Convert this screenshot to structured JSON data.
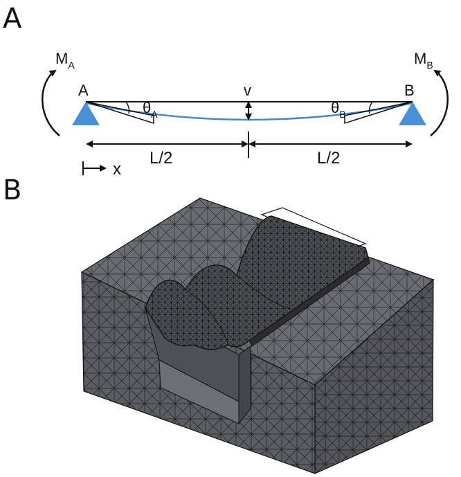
{
  "panels": {
    "a": {
      "letter": "A",
      "moment_left": {
        "symbol": "M",
        "subscript": "A"
      },
      "moment_right": {
        "symbol": "M",
        "subscript": "B"
      },
      "support_left": "A",
      "support_right": "B",
      "deflection": "v",
      "angle_left": {
        "symbol": "θ",
        "subscript": "A"
      },
      "angle_right": {
        "symbol": "θ",
        "subscript": "B"
      },
      "span_left": "L/2",
      "span_right": "L/2",
      "axis": "x"
    },
    "b": {
      "letter": "B"
    }
  },
  "colors": {
    "support": "#4a90d9",
    "deflected_beam": "#4a86c8",
    "mesh_fill": "#5b5c61",
    "mesh_top": "#6a6b70",
    "mesh_lines": "#222222"
  }
}
